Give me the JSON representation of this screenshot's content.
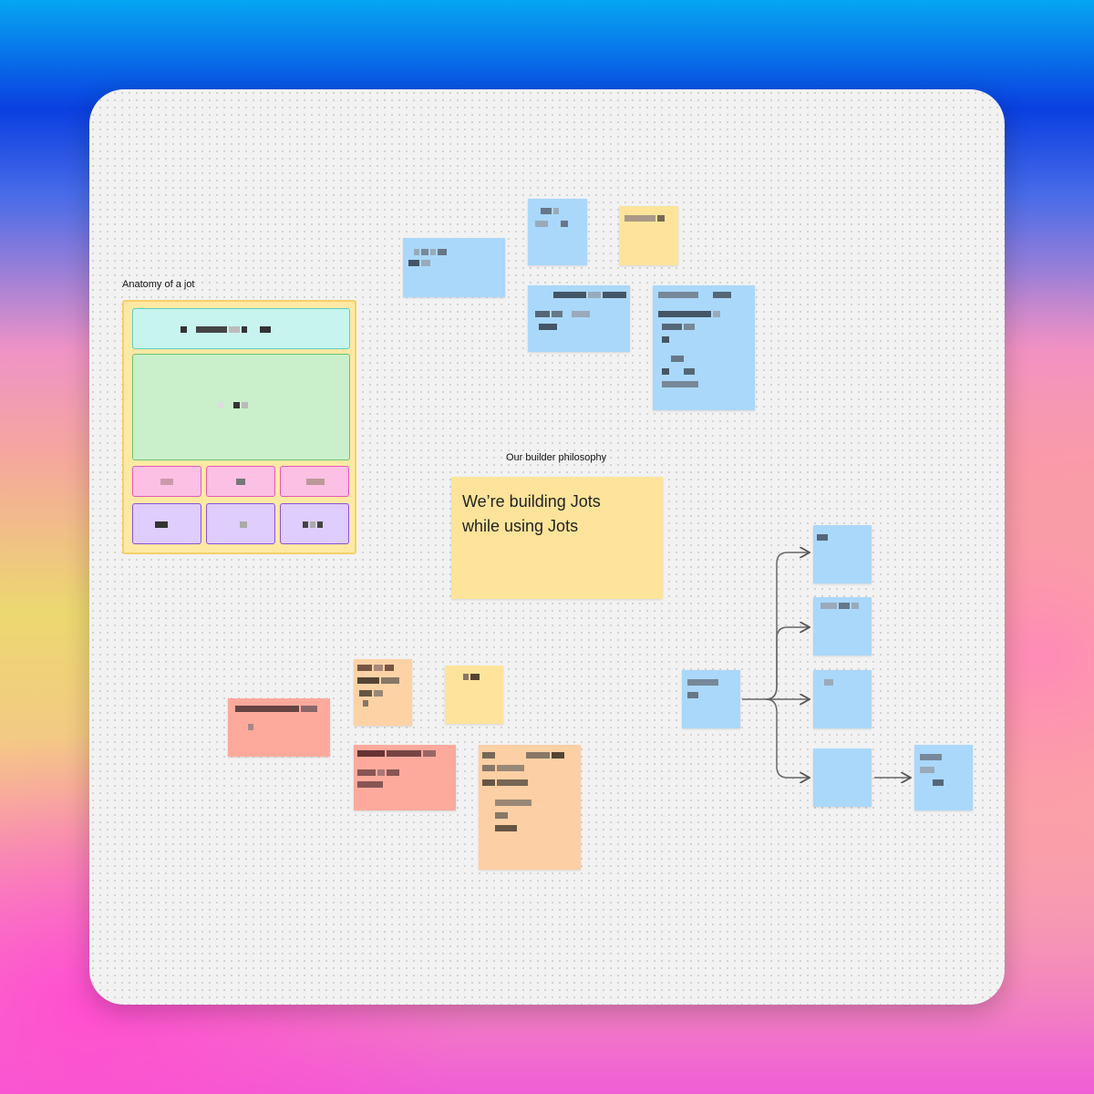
{
  "board": {
    "anatomy_title": "Anatomy of a jot",
    "philosophy_title": "Our builder philosophy",
    "philosophy_text": "We’re building Jots\nwhile using Jots"
  },
  "colors": {
    "note_blue": "#aad8fb",
    "note_yellow": "#fde49a",
    "note_orange": "#fdd3a6",
    "note_salmon": "#fdaa9c",
    "anatomy_header": "#c7f4ee",
    "anatomy_body": "#c9f0cb",
    "anatomy_tags": "#fcc0e4",
    "anatomy_actions": "#dfcdfd"
  }
}
